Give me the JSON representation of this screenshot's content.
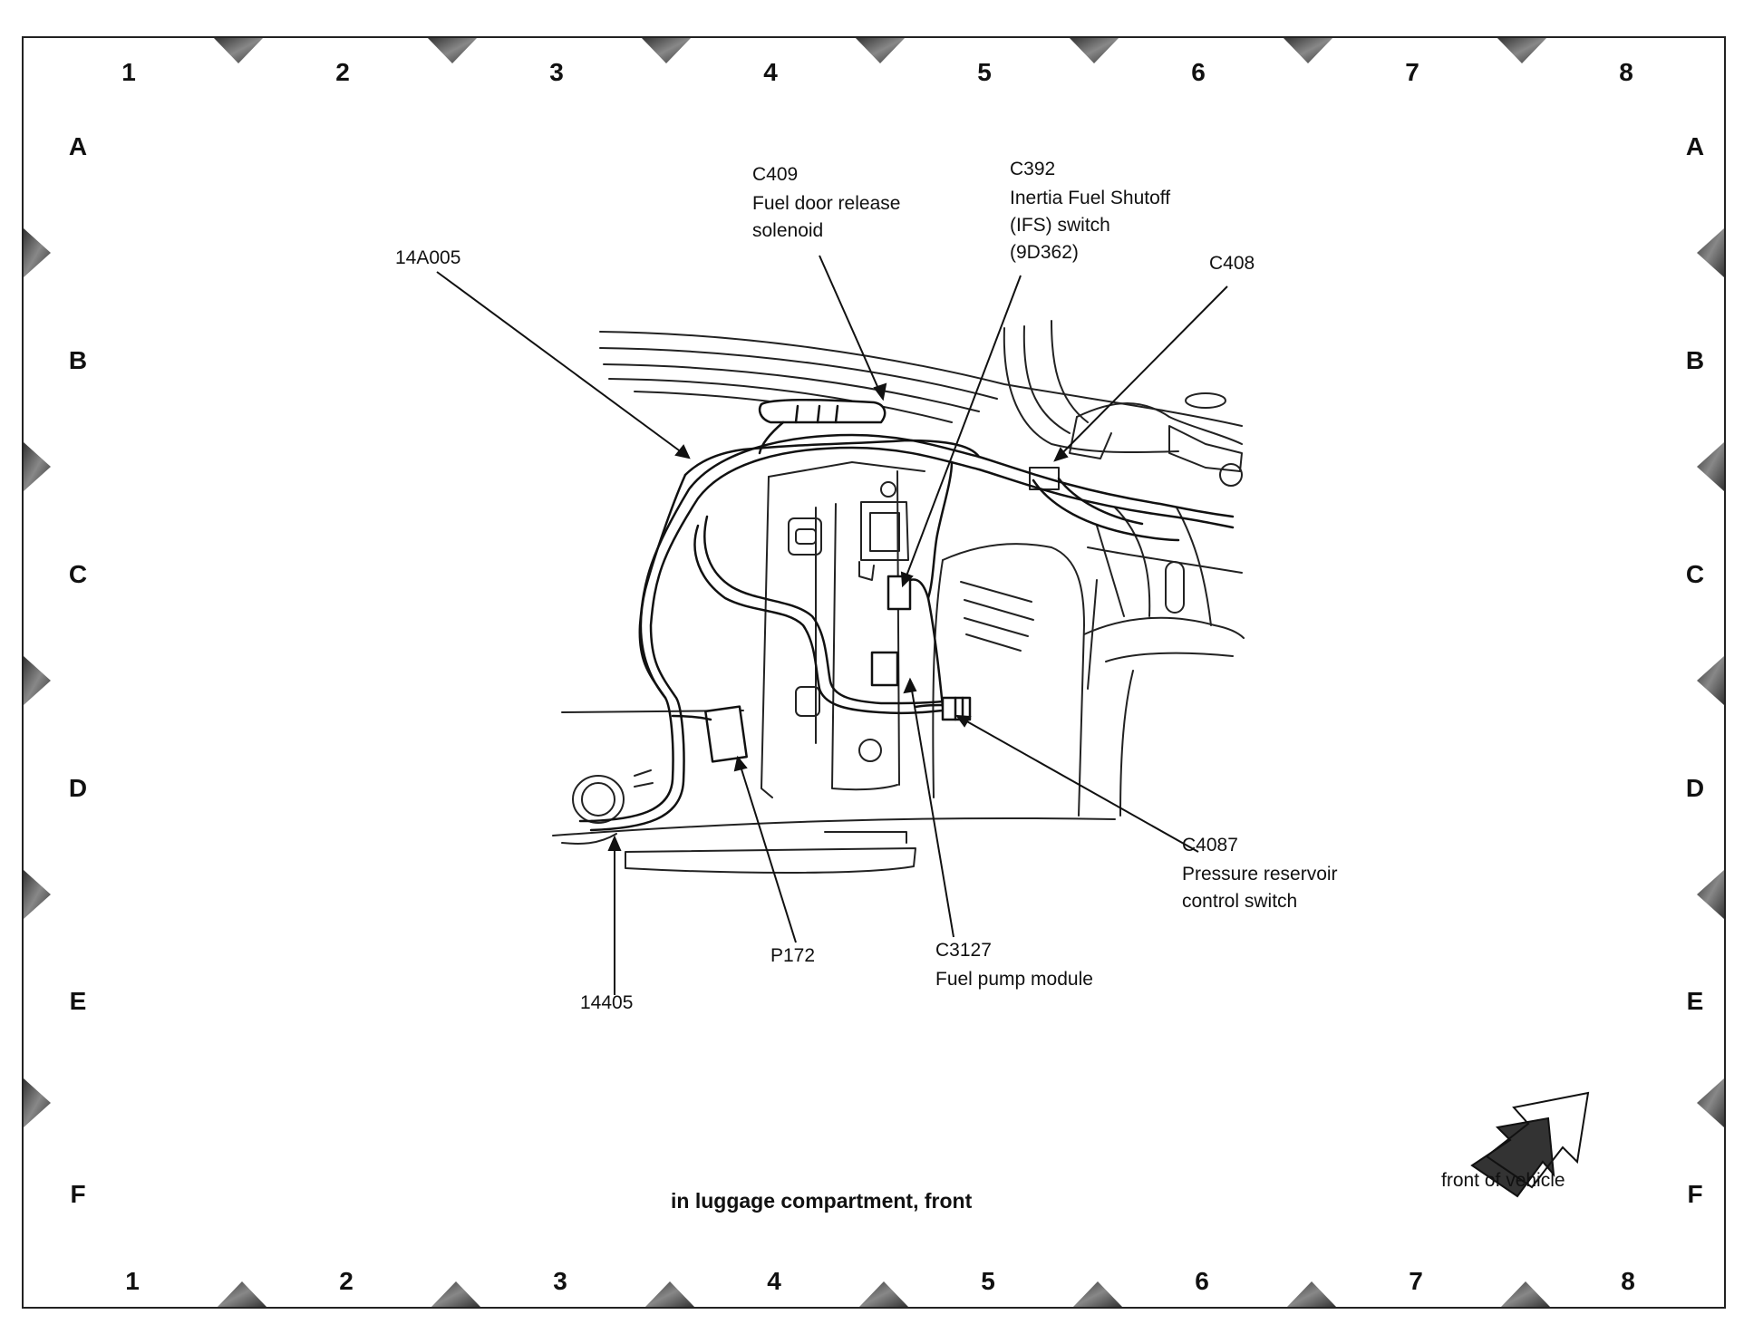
{
  "grid": {
    "columns": [
      "1",
      "2",
      "3",
      "4",
      "5",
      "6",
      "7",
      "8"
    ],
    "rows": [
      "A",
      "B",
      "C",
      "D",
      "E",
      "F"
    ]
  },
  "labels": {
    "harness_14A005": "14A005",
    "c409_id": "C409",
    "c409_name_line1": "Fuel door release",
    "c409_name_line2": "solenoid",
    "c392_id": "C392",
    "c392_name_line1": "Inertia Fuel Shutoff",
    "c392_name_line2": "(IFS) switch",
    "c392_name_line3": "(9D362)",
    "c408_id": "C408",
    "c4087_id": "C4087",
    "c4087_name_line1": "Pressure reservoir",
    "c4087_name_line2": "control switch",
    "p172_id": "P172",
    "c3127_id": "C3127",
    "c3127_name": "Fuel pump module",
    "harness_14405": "14405"
  },
  "caption": "in luggage compartment, front",
  "front_of_vehicle": "front of vehicle"
}
